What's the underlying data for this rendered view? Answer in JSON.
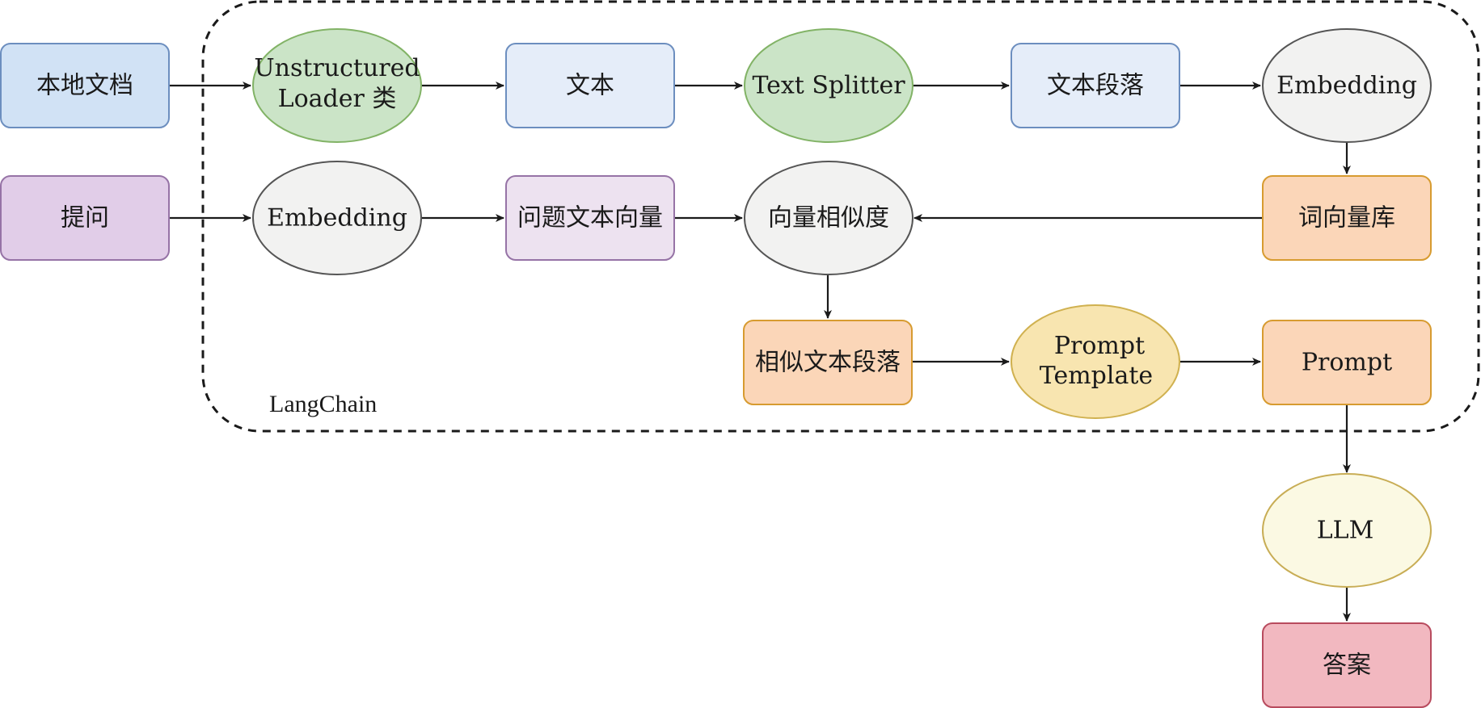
{
  "frame": {
    "label": "LangChain"
  },
  "nodes": {
    "local_doc": {
      "label": "本地文档"
    },
    "question": {
      "label": "提问"
    },
    "unstructured_loader": {
      "line1": "Unstructured",
      "line2": "Loader 类"
    },
    "text": {
      "label": "文本"
    },
    "text_splitter": {
      "label": "Text Splitter"
    },
    "text_paragraphs": {
      "label": "文本段落"
    },
    "embedding_top": {
      "label": "Embedding"
    },
    "embedding_question": {
      "label": "Embedding"
    },
    "question_vector": {
      "label": "问题文本向量"
    },
    "vector_similarity": {
      "label": "向量相似度"
    },
    "vector_store": {
      "label": "词向量库"
    },
    "similar_paragraphs": {
      "label": "相似文本段落"
    },
    "prompt_template": {
      "line1": "Prompt",
      "line2": "Template"
    },
    "prompt": {
      "label": "Prompt"
    },
    "llm": {
      "label": "LLM"
    },
    "answer": {
      "label": "答案"
    }
  },
  "colors": {
    "blue_fill": "#d1e2f5",
    "blue_stroke": "#6c8ebf",
    "lightblue_fill": "#e5edf9",
    "purple_fill": "#e1cde8",
    "purple_stroke": "#9673a6",
    "lightpurple_fill": "#ede2f0",
    "green_fill": "#cbe4c7",
    "green_stroke": "#82b366",
    "gray_fill": "#f2f2f1",
    "gray_stroke": "#555555",
    "orange_fill": "#fbd6b8",
    "orange_stroke": "#d79b30",
    "yellow_fill": "#f8e5b0",
    "yellow_stroke": "#d0b150",
    "cream_fill": "#fbf9e3",
    "cream_stroke": "#c8ad55",
    "red_fill": "#f2b8c0",
    "red_stroke": "#b84b5e"
  }
}
